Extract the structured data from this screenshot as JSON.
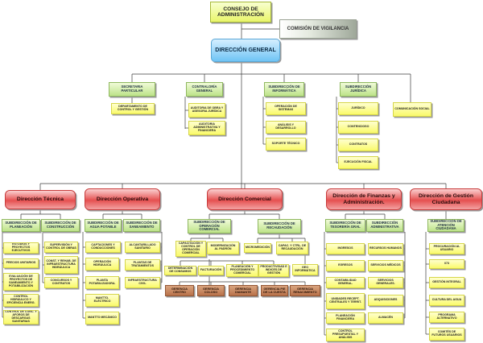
{
  "top": {
    "consejo": "CONSEJO DE ADMINISTRACIÓN",
    "comision": "COMISIÓN DE VIGILANCIA",
    "direccion_general": "DIRECCIÓN GENERAL"
  },
  "staff": {
    "secretaria": "SECRETARIA PARTICULAR",
    "secretaria_children": [
      "DEPARTAMENTO DE CONTROL Y GESTIÓN"
    ],
    "contraloria": "CONTRALORÍA GENERAL",
    "contraloria_children": [
      "AUDITORIA DE OBRA Y ASESORIA JURÍDICA",
      "AUDITORIA ADMINISTRATIVA Y FINANCIERA"
    ],
    "informatica": "SUBDIRECCIÓN DE INFORMÁTICA",
    "informatica_children": [
      "OPERACIÓN DE SISTEMAS",
      "ANÁLISIS Y DESARROLLO",
      "SOPORTE TÉCNICO"
    ],
    "juridica": "SUBDIRECCIÓN JURÍDICA",
    "juridica_children": [
      "JURÍDICO",
      "CONTENCIOSO",
      "CONTRATOS",
      "EJECUCIÓN FISCAL"
    ],
    "comunicacion": "COMUNICACIÓN SOCIAL"
  },
  "directions": {
    "tecnica": {
      "title": "Dirección Técnica",
      "planeacion": "SUBDIRECCIÓN DE PLANEACIÓN",
      "planeacion_children": [
        "ESTUDIOS Y PROYECTOS EJECUTIVOS",
        "PRECIOS UNITARIOS",
        "EVALUACIÓN DE PROYECTOS DE SANEAMIENTO Y POTABILIZACIÓN",
        "CONTROL HIDRÁULICO Y EFICIENCIA ENERG.",
        "CONTROL DE CONC. Y AFOROS DE DESCARGAS SANITARIAS"
      ],
      "construccion": "SUBDIRECCIÓN DE CONSTRUCCIÓN",
      "construccion_children": [
        "SUPERVISIÓN Y CONTROL DE OBRAS",
        "CONST. Y REHAB. DE INFRAESTRUCTURA HIDRÁULICA",
        "CONCURSOS Y CONTRATOS"
      ]
    },
    "operativa": {
      "title": "Dirección Operativa",
      "agua": "SUBDIRECCIÓN DE AGUA POTABLE",
      "agua_children": [
        "CAPTACIONES Y CONDUCCIONES",
        "OPERACIÓN HIDRÁULICA",
        "PLANTA POTABILIZADORA.",
        "MANTTO. ELÉCTRICO",
        "MANTTO MECÁNICO"
      ],
      "saneamiento": "SUBDIRECCIÓN DE SANEAMIENTO",
      "saneamiento_children": [
        "ALCANTARILLADO SANITARIO",
        "PLANTAS DE TRATAMIENTOS",
        "INFRAESTRUCTURA CIVIL"
      ]
    },
    "comercial": {
      "title": "Dirección Comercial",
      "operacion": "SUBDIRECCIÓN DE OPERACIÓN COMERCIAL",
      "operacion_children": [
        "CAPACITACIÓN Y CONTROL DE OPERACIÓN COMERCIAL",
        "MODERNIZACIÓN AL PADRÓN",
        "DETERMINACIÓN DE CONSUMOS",
        "FACTURACIÓN",
        "PLANEACIÓN Y PROCEDIMIENTO COMERCIAL",
        "PRODUCTIVIDAD E INDICES DE GESTIÓN"
      ],
      "recaudacion": "SUBDIRECCIÓN DE RECAUDACIÓN",
      "recaudacion_children": [
        "MICROMEDICIÓN",
        "CAPAC. Y CTRL. DE RECAUDACIÓN",
        "GEO INFORMÁTICA"
      ],
      "gerencias": [
        "GERENCIA CENTRO",
        "GERENCIA COLOSO",
        "GERENCIA DIAMANTE",
        "GERENCIA PIE DE LA CUESTA",
        "GERENCIA RENACIMIENTO"
      ]
    },
    "finanzas": {
      "title": "Dirección de Finanzas y Administración.",
      "tesoreria": "SUBDIRECCIÓN DE TESORERÍA GRAL",
      "tesoreria_children": [
        "INGRESOS",
        "EGRESOS",
        "CONTABILIDAD GENERAL.",
        "UNIDADES RECEPT. CENTRALES Y TERRIT.",
        "PLANEACIÓN FINANCIERA",
        "CONTROL PRESUPUESTAL Y ANÁLISIS"
      ],
      "administrativa": "SUBDIRECCIÓN ADMINISTRATIVA",
      "administrativa_children": [
        "RECURSOS HUMANOS",
        "SERVICIOS MÉDICOS",
        "SERVICIOS GENERALES.",
        "ADQUISICIONES",
        "ALMACÉN"
      ]
    },
    "gestion": {
      "title": "Dirección de Gestión Ciudadana",
      "atencion": "SUBDIRECCIÓN DE ATENCIÓN CIUDADANA",
      "atencion_children": [
        "PROCURACIÓN AL USUARIO",
        "073",
        "GESTIÓN INTEGRAL",
        "CULTURA DEL AGUA",
        "PROGRAMA ALTERNATIVO",
        "COMITÉS DE FUTUROS USUARIOS"
      ]
    }
  }
}
